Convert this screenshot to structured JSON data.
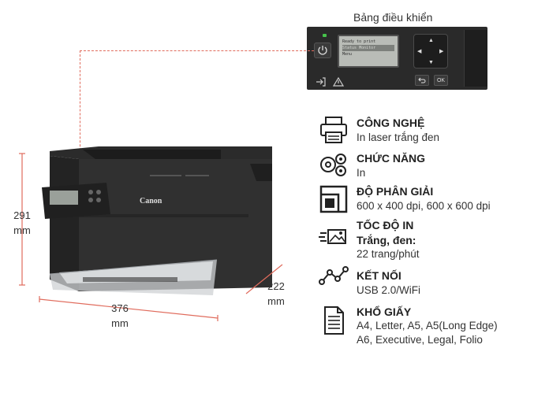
{
  "panel": {
    "title": "Bảng điều khiển",
    "lcd_lines": [
      "Ready to print",
      "Status Monitor",
      "Menu"
    ],
    "ok_label": "OK"
  },
  "printer": {
    "brand": "Canon",
    "led_color": "#46c24b"
  },
  "dimensions": {
    "height_value": "291",
    "height_unit": "mm",
    "width_value": "376",
    "width_unit": "mm",
    "depth_value": "222",
    "depth_unit": "mm",
    "line_color": "#e06b5c"
  },
  "features": [
    {
      "icon": "printer-icon",
      "title": "CÔNG NGHỆ",
      "desc": [
        "In laser trắng đen"
      ]
    },
    {
      "icon": "function-gears-icon",
      "title": "CHỨC NĂNG",
      "desc": [
        "In"
      ]
    },
    {
      "icon": "resolution-icon",
      "title": "ĐỘ PHÂN GIẢI",
      "desc": [
        "600 x 400 dpi, 600 x 600 dpi"
      ]
    },
    {
      "icon": "print-speed-icon",
      "title": "TỐC ĐỘ IN",
      "subtitle": "Trắng, đen:",
      "desc": [
        "22 trang/phút"
      ]
    },
    {
      "icon": "connection-icon",
      "title": "KẾT NỐI",
      "desc": [
        "USB 2.0/WiFi"
      ]
    },
    {
      "icon": "paper-size-icon",
      "title": "KHỔ GIẤY",
      "desc": [
        "A4, Letter, A5, A5(Long Edge)",
        "A6, Executive, Legal, Folio"
      ]
    }
  ]
}
